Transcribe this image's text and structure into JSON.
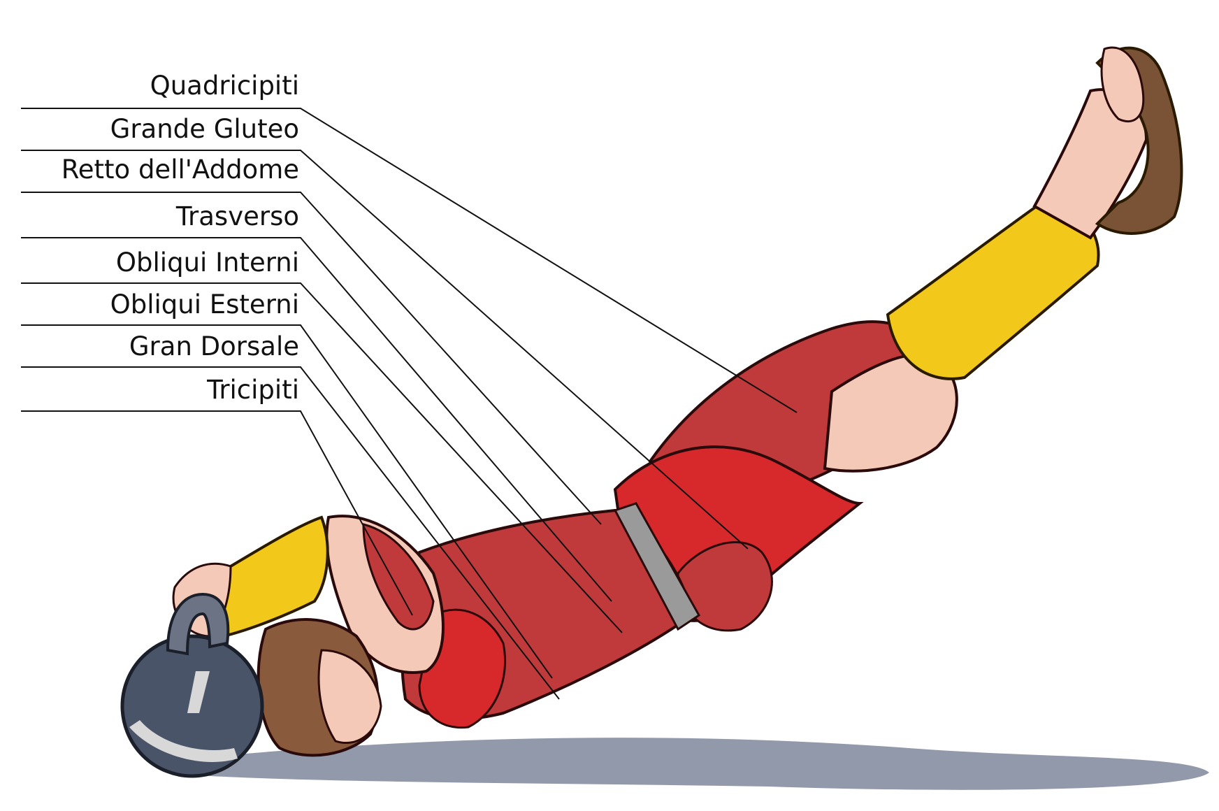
{
  "labels": [
    {
      "id": "quadricipiti",
      "text": "Quadricipiti"
    },
    {
      "id": "grande-gluteo",
      "text": "Grande Gluteo"
    },
    {
      "id": "retto-addome",
      "text": "Retto dell'Addome"
    },
    {
      "id": "trasverso",
      "text": "Trasverso"
    },
    {
      "id": "obliqui-interni",
      "text": "Obliqui Interni"
    },
    {
      "id": "obliqui-esterni",
      "text": "Obliqui Esterni"
    },
    {
      "id": "gran-dorsale",
      "text": "Gran Dorsale"
    },
    {
      "id": "tricipiti",
      "text": "Tricipiti"
    }
  ],
  "colors": {
    "leader": "#111111",
    "muscle": "#c0393b",
    "muscle_light": "#e58a86",
    "suit": "#d7282c",
    "suit_dark": "#8e1619",
    "band": "#f2c81a",
    "band_dark": "#b88c00",
    "skin": "#f4c9b8",
    "hair": "#8a5a3c",
    "kettlebell": "#4a5468",
    "shadow": "#8c93a6",
    "sandal": "#7a5236"
  }
}
